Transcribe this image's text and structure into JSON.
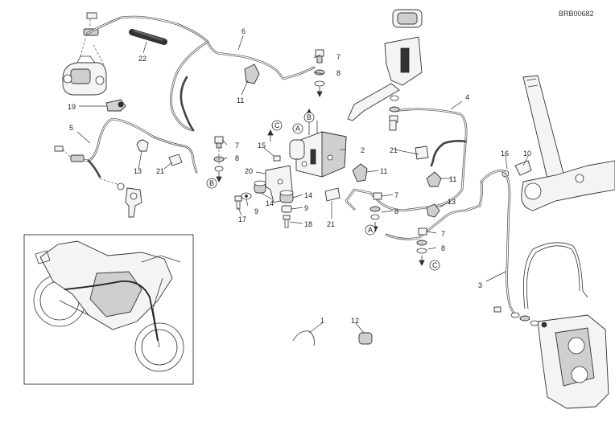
{
  "diagram_code": "BRB00682",
  "callouts": [
    "1",
    "2",
    "3",
    "4",
    "5",
    "6",
    "7",
    "8",
    "9",
    "10",
    "11",
    "12",
    "13",
    "14",
    "15",
    "16",
    "17",
    "18",
    "19",
    "20",
    "21",
    "22"
  ],
  "markers": [
    "A",
    "B",
    "C"
  ]
}
